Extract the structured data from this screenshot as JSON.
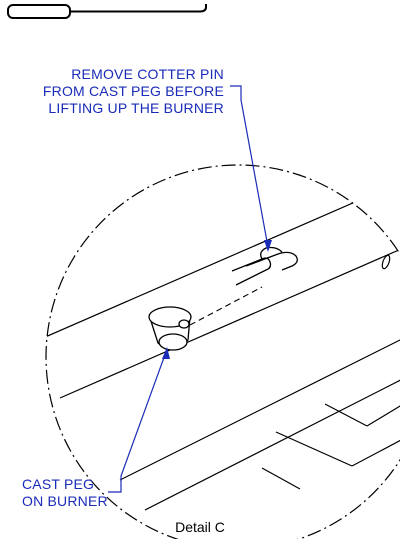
{
  "callouts": {
    "top": {
      "line1": "REMOVE COTTER PIN",
      "line2": "FROM CAST PEG BEFORE",
      "line3": "LIFTING UP THE BURNER"
    },
    "bottom": {
      "line1": "CAST PEG",
      "line2": "ON BURNER"
    }
  },
  "caption": "Detail C",
  "colors": {
    "callout_text": "#1a2bb8",
    "leader_line": "#1a2bb8",
    "line_art": "#000000"
  }
}
